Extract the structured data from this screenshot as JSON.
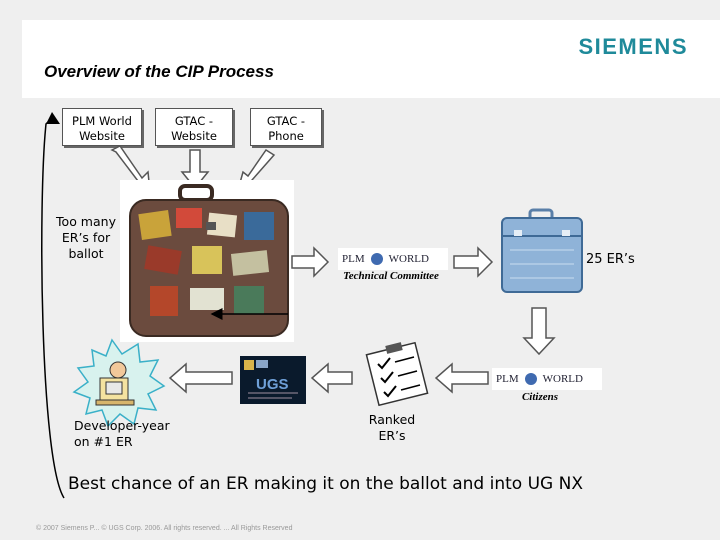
{
  "header": {
    "logo": "SIEMENS",
    "title": "Overview of the CIP Process"
  },
  "sources": [
    {
      "line1": "PLM World",
      "line2": "Website"
    },
    {
      "line1": "GTAC -",
      "line2": "Website"
    },
    {
      "line1": "GTAC -",
      "line2": "Phone"
    }
  ],
  "labels": {
    "too_many": [
      "Too many",
      "ER’s for",
      "ballot"
    ],
    "technical_committee": "Technical Committee",
    "er_count": "25 ER’s",
    "citizens": "Citizens",
    "ranked": [
      "Ranked",
      "ER’s"
    ],
    "developer": [
      "Developer-year",
      "on #1 ER"
    ],
    "plm_logo_left": "PLM",
    "plm_logo_right": "WORLD",
    "ugs_logo": "UGS"
  },
  "conclusion": "Best chance of an ER making it on the ballot and into UG NX",
  "footer": "© 2007 Siemens P... © UGS Corp. 2006. All rights reserved. ... All Rights Reserved",
  "colors": {
    "siemens_teal": "#1f8a9a",
    "arrow_fill": "#ffffff",
    "arrow_stroke": "#555555"
  }
}
